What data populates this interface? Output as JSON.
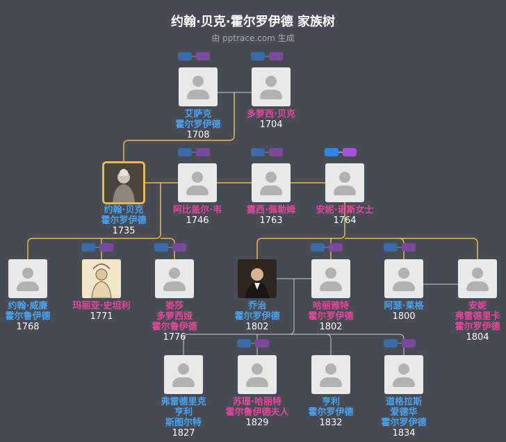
{
  "header": {
    "title": "约翰·贝克·霍尔罗伊德 家族树",
    "subtitle": "由 pptrace.com 生成"
  },
  "colors": {
    "background": "#474b53",
    "male": "#4aa3f0",
    "female": "#e7479b",
    "highlight_line": "#e9b94d",
    "line": "#c9ccd1"
  },
  "people": [
    {
      "id": "isaac",
      "gender": "male",
      "name_lines": [
        "艾萨克",
        "霍尔罗伊德"
      ],
      "year": "1708"
    },
    {
      "id": "dorothy",
      "gender": "female",
      "name_lines": [
        "多萝西·贝克"
      ],
      "year": "1704"
    },
    {
      "id": "john_baker",
      "gender": "male",
      "name_lines": [
        "约翰·贝克",
        "霍尔罗伊德"
      ],
      "year": "1735",
      "selected": true,
      "photo": "portrait-a"
    },
    {
      "id": "abigail",
      "gender": "female",
      "name_lines": [
        "阿比盖尔·韦"
      ],
      "year": "1746"
    },
    {
      "id": "lucy",
      "gender": "female",
      "name_lines": [
        "露西·佩勒姆"
      ],
      "year": "1763"
    },
    {
      "id": "anne_north",
      "gender": "female",
      "name_lines": [
        "安妮·诺斯女士"
      ],
      "year": "1764"
    },
    {
      "id": "john_william",
      "gender": "male",
      "name_lines": [
        "约翰·威廉",
        "霍尔鲁伊德"
      ],
      "year": "1768"
    },
    {
      "id": "maria",
      "gender": "female",
      "name_lines": [
        "玛丽亚·史坦利"
      ],
      "year": "1771",
      "photo": "portrait-b"
    },
    {
      "id": "louisa",
      "gender": "female",
      "name_lines": [
        "娄莎",
        "多萝西娅",
        "霍尔鲁伊德"
      ],
      "year": "1776"
    },
    {
      "id": "george",
      "gender": "male",
      "name_lines": [
        "乔治",
        "霍尔罗伊德"
      ],
      "year": "1802",
      "photo": "portrait-c"
    },
    {
      "id": "harriet",
      "gender": "female",
      "name_lines": [
        "哈丽雅特",
        "霍尔罗伊德"
      ],
      "year": "1802"
    },
    {
      "id": "arthur",
      "gender": "male",
      "name_lines": [
        "阿瑟·莱格"
      ],
      "year": "1800"
    },
    {
      "id": "anne_f",
      "gender": "female",
      "name_lines": [
        "安妮",
        "弗雷德里卡",
        "霍尔罗伊德"
      ],
      "year": "1804"
    },
    {
      "id": "frederick",
      "gender": "male",
      "name_lines": [
        "弗雷德里克",
        "亨利",
        "斯图尔特"
      ],
      "year": "1827"
    },
    {
      "id": "susan",
      "gender": "female",
      "name_lines": [
        "苏珊·哈丽特",
        "霍尔鲁伊德夫人"
      ],
      "year": "1829"
    },
    {
      "id": "henry",
      "gender": "male",
      "name_lines": [
        "亨利",
        "霍尔罗伊德"
      ],
      "year": "1832"
    },
    {
      "id": "douglas",
      "gender": "male",
      "name_lines": [
        "道格拉斯",
        "爱德华",
        "霍尔罗伊德"
      ],
      "year": "1834"
    }
  ]
}
